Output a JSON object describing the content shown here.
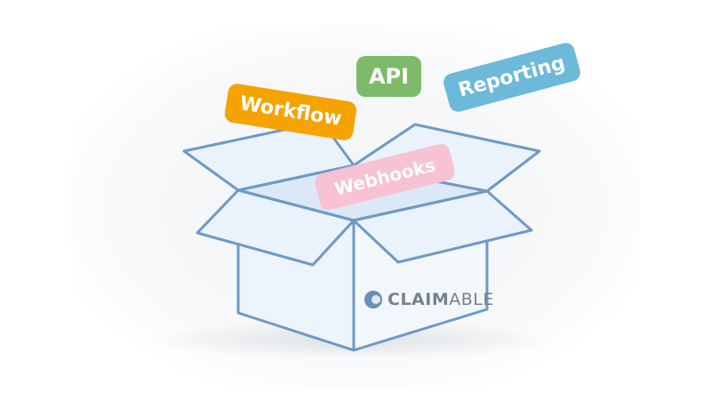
{
  "brand": {
    "name_bold": "CLAIM",
    "name_light": "ABLE",
    "logo_icon": "claimable-logo-icon"
  },
  "tags": {
    "workflow": "Workflow",
    "api": "API",
    "reporting": "Reporting",
    "webhooks": "Webhooks"
  },
  "colors": {
    "box_fill": "#e9f1fa",
    "box_stroke": "#6d9ac6",
    "workflow": "#f5a300",
    "api": "#7dbb6a",
    "reporting": "#6cb9da",
    "webhooks": "#f7c2d3",
    "brand_text": "#77818b"
  }
}
